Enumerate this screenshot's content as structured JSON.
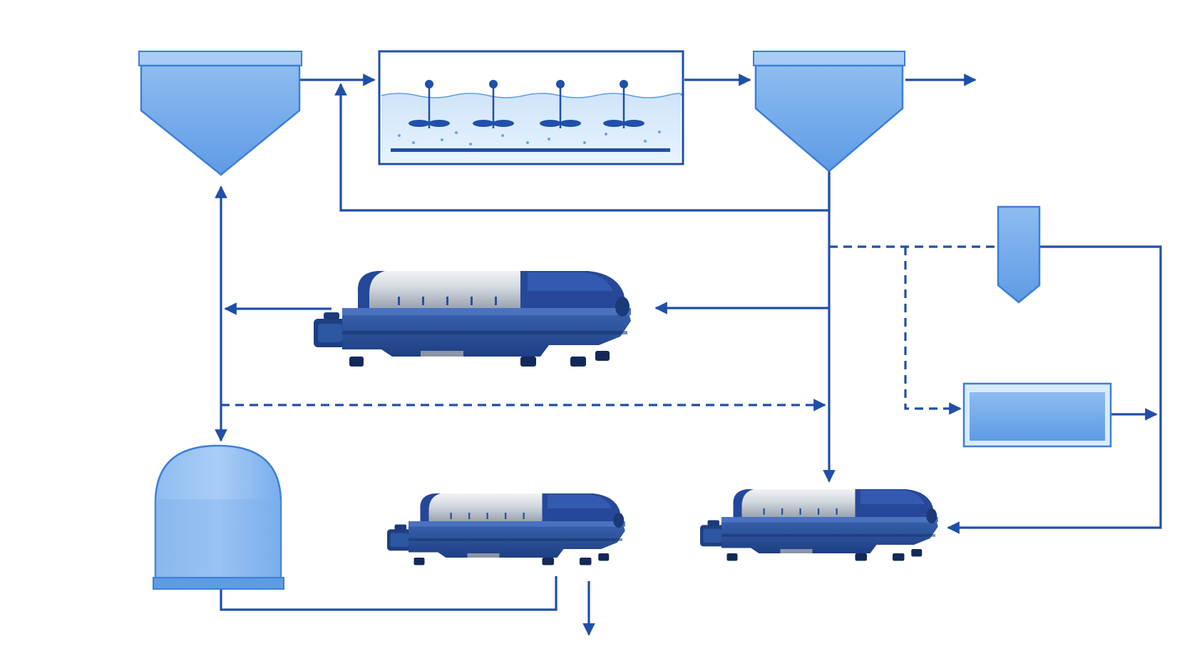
{
  "diagram": {
    "title": "",
    "colors": {
      "line": "#1f4fa8",
      "tank_fill": "#7fb1ec",
      "tank_light": "#a9cbf5",
      "tank_edge": "#3d7fd6",
      "water": "#d9ebfb",
      "machine_body": "#2a4f9a",
      "machine_dark": "#1b3a78",
      "machine_drum": "#c9ced6"
    },
    "nodes": [
      {
        "id": "primary-clarifier",
        "shape": "hopper-tank"
      },
      {
        "id": "aeration-basin",
        "shape": "basin-with-4-aerators"
      },
      {
        "id": "secondary-clarifier",
        "shape": "hopper-tank"
      },
      {
        "id": "thickening-hopper",
        "shape": "small-hopper"
      },
      {
        "id": "storage-tank",
        "shape": "rectangular-tank"
      },
      {
        "id": "anaerobic-digester",
        "shape": "domed-tank"
      },
      {
        "id": "decanter-centrifuge-1",
        "shape": "decanter-centrifuge"
      },
      {
        "id": "decanter-centrifuge-2",
        "shape": "decanter-centrifuge"
      },
      {
        "id": "decanter-centrifuge-3",
        "shape": "decanter-centrifuge"
      }
    ],
    "edges": [
      {
        "from": "primary-clarifier",
        "to": "aeration-basin",
        "style": "solid"
      },
      {
        "from": "aeration-basin",
        "to": "secondary-clarifier",
        "style": "solid"
      },
      {
        "from": "secondary-clarifier",
        "to": "effluent",
        "style": "solid"
      },
      {
        "from": "secondary-clarifier",
        "to": "aeration-basin",
        "style": "solid",
        "role": "return-sludge"
      },
      {
        "from": "secondary-clarifier",
        "to": "decanter-centrifuge-1",
        "style": "solid"
      },
      {
        "from": "secondary-clarifier",
        "to": "decanter-centrifuge-3",
        "style": "solid"
      },
      {
        "from": "decanter-centrifuge-1",
        "to": "primary-clarifier",
        "style": "solid"
      },
      {
        "from": "primary-clarifier",
        "to": "anaerobic-digester",
        "style": "solid"
      },
      {
        "from": "primary-clarifier",
        "to": "secondary-clarifier-line",
        "style": "dashed"
      },
      {
        "from": "secondary-clarifier-line",
        "to": "storage-tank",
        "style": "dashed"
      },
      {
        "from": "thickening-hopper",
        "to": "decanter-centrifuge-3",
        "style": "solid"
      },
      {
        "from": "storage-tank",
        "to": "decanter-centrifuge-3-line",
        "style": "solid"
      },
      {
        "from": "anaerobic-digester",
        "to": "decanter-centrifuge-2",
        "style": "solid"
      },
      {
        "from": "decanter-centrifuge-2",
        "to": "discharge",
        "style": "solid"
      }
    ]
  }
}
